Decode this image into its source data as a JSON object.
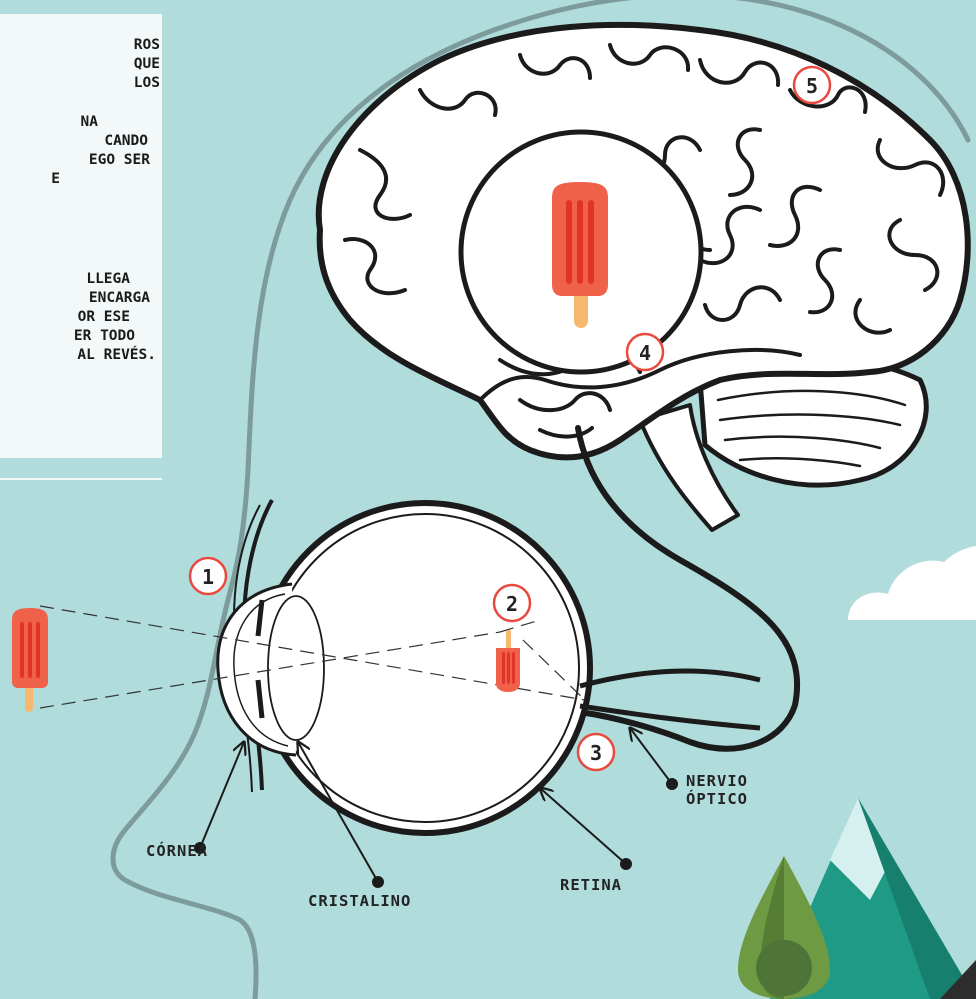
{
  "intro_text": {
    "paragraph_1": [
      "ROS",
      "QUE",
      "LOS",
      "NA",
      "CANDO",
      "EGO SER",
      "E"
    ],
    "paragraph_2": [
      "LLEGA",
      "ENCARGA",
      "OR ESE",
      "ER TODO",
      "AL REVÉS."
    ]
  },
  "steps": [
    "1",
    "2",
    "3",
    "4",
    "5"
  ],
  "labels": {
    "cornea": "CÓRNEA",
    "cristalino": "CRISTALINO",
    "retina": "RETINA",
    "nervio_optico": [
      "NERVIO",
      "ÓPTICO"
    ]
  },
  "colors": {
    "background": "#b0dcdc",
    "popsicle": "#f0614a",
    "popsicle_stripe": "#e2332b",
    "stick": "#f6b86e",
    "marker": "#e84a40",
    "head_outline": "#7d9b9b",
    "mountain_teal": "#1f9a86",
    "tree_green": "#6e9a43"
  }
}
